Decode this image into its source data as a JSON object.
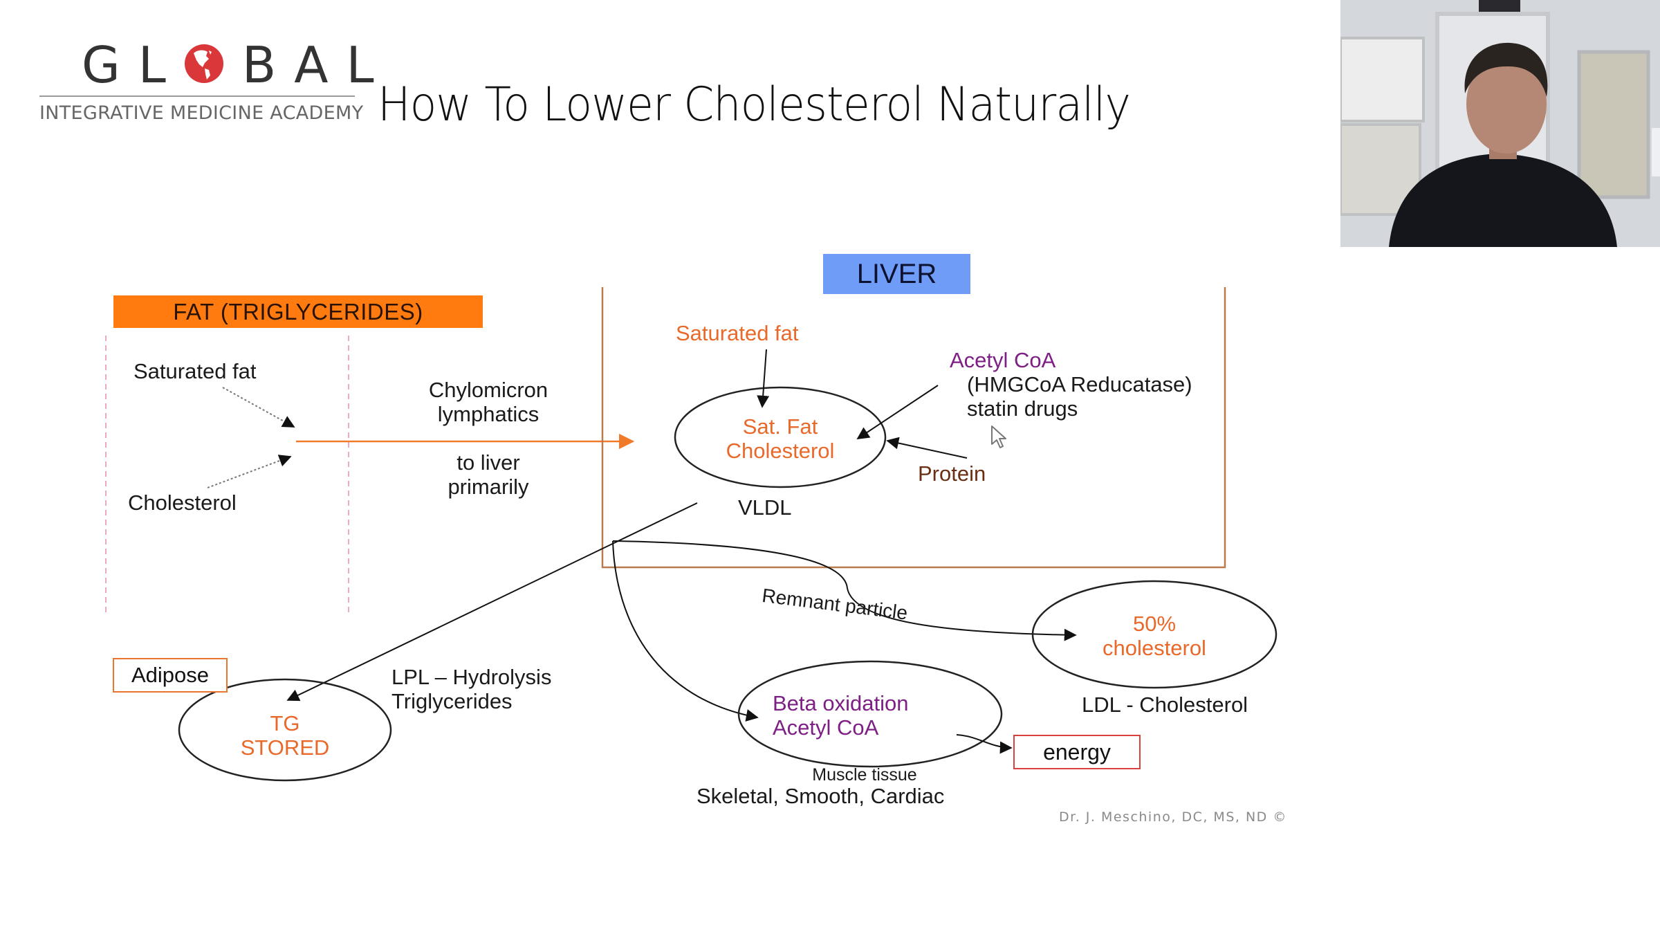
{
  "header": {
    "logo_word_left": "GL",
    "logo_word_right": "BAL",
    "logo_subtitle": "INTEGRATIVE MEDICINE ACADEMY",
    "title": "How To Lower Cholesterol Naturally"
  },
  "webcam": {
    "label": "presenter-video"
  },
  "diagram": {
    "fat_section": {
      "header": "FAT (TRIGLYCERIDES)",
      "saturated_fat": "Saturated fat",
      "cholesterol": "Cholesterol"
    },
    "transport": {
      "line1": "Chylomicron",
      "line2": "lymphatics",
      "line3": "to liver",
      "line4": "primarily"
    },
    "liver": {
      "header": "LIVER",
      "saturated_fat": "Saturated fat",
      "vldl_line1": "Sat. Fat",
      "vldl_line2": "Cholesterol",
      "vldl_label": "VLDL",
      "acetyl_coa": "Acetyl CoA",
      "hmgcoa": "(HMGCoA Reducatase)",
      "statin": "statin drugs",
      "protein": "Protein"
    },
    "remnant": "Remnant particle",
    "ldl": {
      "line1": "50%",
      "line2": "cholesterol",
      "label": "LDL - Cholesterol"
    },
    "adipose": {
      "box": "Adipose",
      "line1": "TG",
      "line2": "STORED"
    },
    "lpl": {
      "line1": "LPL – Hydrolysis",
      "line2": "Triglycerides"
    },
    "muscle": {
      "line1": "Beta oxidation",
      "line2": "Acetyl CoA",
      "label1": "Muscle tissue",
      "label2": "Skeletal, Smooth, Cardiac"
    },
    "energy": "energy"
  },
  "footer": {
    "credit": "Dr. J. Meschino, DC, MS, ND ©"
  },
  "colors": {
    "fat_header_bg": "#ff7b0f",
    "liver_header_bg": "#6f9cf6",
    "orange_text": "#e8692a",
    "purple_text": "#7e1f86",
    "brown_text": "#6b2e13",
    "liver_border": "#b87a4e",
    "energy_border": "#d8403c",
    "logo_globe": "#d9373a"
  }
}
